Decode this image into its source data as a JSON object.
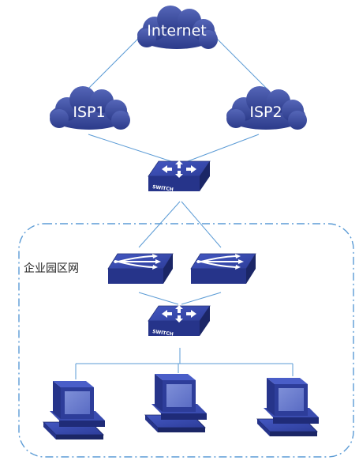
{
  "clouds": {
    "internet": "Internet",
    "isp1": "ISP1",
    "isp2": "ISP2"
  },
  "zone": {
    "label": "企业园区网"
  },
  "switch_text": "SWITCH",
  "icons": {
    "cloud": "cloud-icon",
    "core_switch": "layer3-switch-icon",
    "access_switch": "layer2-switch-icon",
    "pc": "desktop-computer-icon"
  },
  "colors": {
    "cloud_fill": "#3d4f9e",
    "device_blue": "#3347a8",
    "link_line": "#5b9bd5",
    "zone_border": "#5b9bd5"
  }
}
